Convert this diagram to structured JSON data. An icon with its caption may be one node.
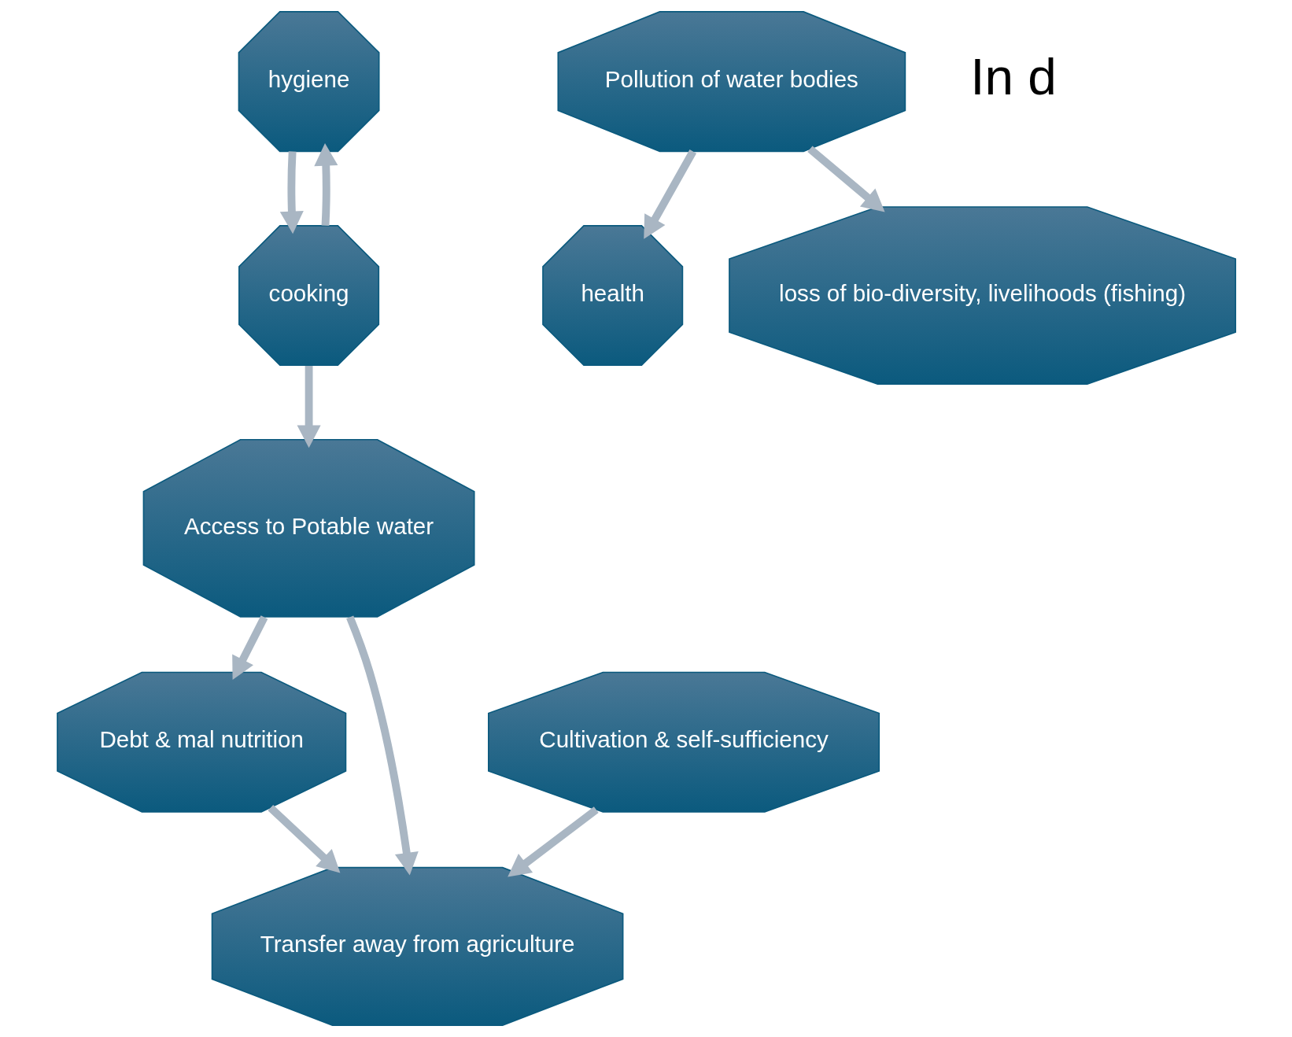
{
  "diagram": {
    "nodes": [
      {
        "text": [
          "hygiene"
        ]
      },
      {
        "text": [
          "Debt & mal nutrition"
        ]
      },
      {
        "text": [
          "cooking"
        ]
      },
      {
        "text": [
          "Access to Potable water"
        ]
      },
      {
        "text": [
          "Cultivation & self-sufficiency"
        ]
      },
      {
        "text": [
          "Pollution of water bodies"
        ]
      },
      {
        "text": [
          "Transfer away from agriculture"
        ]
      },
      {
        "text": [
          "health"
        ]
      },
      {
        "text": [
          "loss of bio-diversity, livelihoods (fishing)"
        ]
      }
    ],
    "edges": [
      {
        "from": 2,
        "to": 0,
        "arrow": "to"
      },
      {
        "from": 0,
        "to": 2,
        "arrow": "to"
      },
      {
        "from": 2,
        "to": 3,
        "arrow": "to"
      },
      {
        "from": 3,
        "to": 1,
        "arrow": "to"
      },
      {
        "from": 3,
        "to": 6,
        "arrow": "to"
      },
      {
        "from": 1,
        "to": 6,
        "arrow": "to"
      },
      {
        "from": 4,
        "to": 6,
        "arrow": "to"
      },
      {
        "from": 5,
        "to": 8,
        "arrow": "to"
      },
      {
        "from": 5,
        "to": 7,
        "arrow": "to"
      }
    ],
    "labels": [
      "In d"
    ]
  }
}
